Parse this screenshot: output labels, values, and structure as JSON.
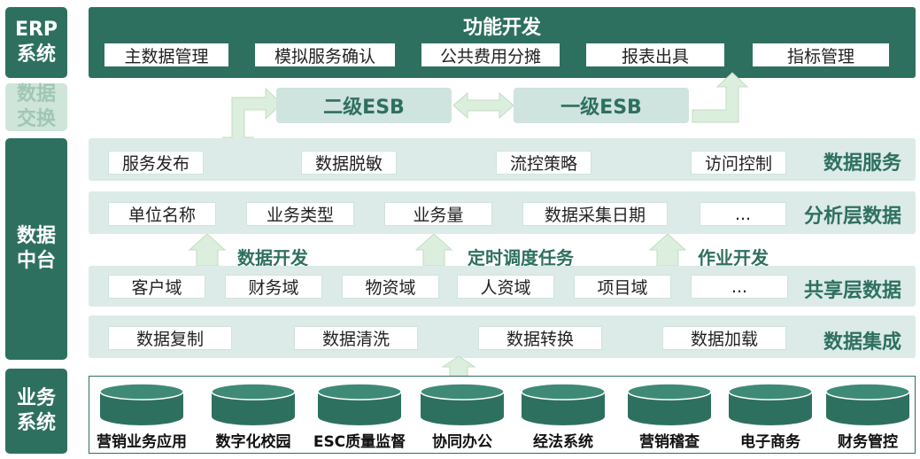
{
  "sidebar": {
    "erp": "ERP\n系统",
    "exchange": "数据\n交换",
    "middle": "数据\n中台",
    "business": "业务\n系统"
  },
  "erp": {
    "title": "功能开发",
    "items": [
      "主数据管理",
      "模拟服务确认",
      "公共费用分摊",
      "报表出具",
      "指标管理"
    ]
  },
  "esb": {
    "level2": "二级ESB",
    "level1": "一级ESB"
  },
  "service": {
    "label": "数据服务",
    "items": [
      "服务发布",
      "数据脱敏",
      "流控策略",
      "访问控制"
    ]
  },
  "analysis": {
    "label": "分析层数据",
    "items": [
      "单位名称",
      "业务类型",
      "业务量",
      "数据采集日期",
      "..."
    ]
  },
  "flow": {
    "dev": "数据开发",
    "schedule": "定时调度任务",
    "job": "作业开发"
  },
  "shared": {
    "label": "共享层数据",
    "items": [
      "客户域",
      "财务域",
      "物资域",
      "人资域",
      "项目域",
      "..."
    ]
  },
  "integration": {
    "label": "数据集成",
    "items": [
      "数据复制",
      "数据清洗",
      "数据转换",
      "数据加载"
    ]
  },
  "systems": [
    "营销业务应用",
    "数字化校园",
    "ESC质量监督",
    "协同办公",
    "经法系统",
    "营销稽查",
    "电子商务",
    "财务管控"
  ],
  "colors": {
    "primary": "#2e7060",
    "band": "#dcebe8",
    "esb": "#cfe3df",
    "arrow": "#d8ecd6"
  }
}
